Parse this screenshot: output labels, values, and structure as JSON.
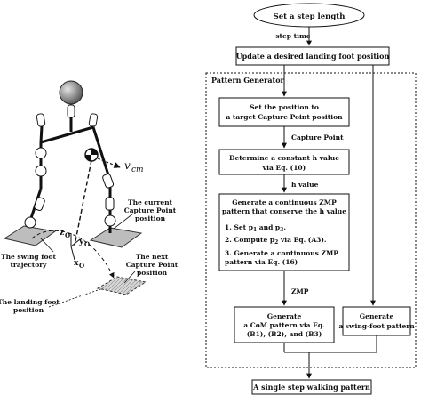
{
  "robot": {
    "velocity_label": "v",
    "velocity_subscript": "cm",
    "frame_axes": {
      "z": "z",
      "z_sub": "O",
      "y": "y",
      "y_sub": "O",
      "x": "x",
      "x_sub": "O"
    },
    "current_cp_label": [
      "The current",
      "Capture Point",
      "position"
    ],
    "next_cp_label": [
      "The next",
      "Capture Point",
      "position"
    ],
    "swing_traj_label": [
      "The swing foot",
      "trajectory"
    ],
    "landing_label": [
      "The landing foot",
      "position"
    ]
  },
  "flow": {
    "start": "Set a step length",
    "step_time": "step time",
    "update": "Update a desired landing foot position",
    "group_title": "Pattern Generator",
    "set_position": [
      "Set the position to",
      "a target Capture Point position"
    ],
    "capture_point_label": "Capture Point",
    "determine_h": [
      "Determine a constant h value",
      "via Eq. (10)"
    ],
    "h_value_label": "h value",
    "zmp_box": {
      "title": [
        "Generate a continuous ZMP",
        "pattern that conserve the h value"
      ],
      "step1": "1. Set p",
      "step1_s1": "1",
      "step1_mid": " and p",
      "step1_s2": "3",
      "step1_end": ".",
      "step2": "2. Compute p",
      "step2_s": "2",
      "step2_end": " via Eq. (A3).",
      "step3": [
        "3. Generate a continuous ZMP",
        "pattern via Eq. (16)"
      ]
    },
    "zmp_label": "ZMP",
    "com_box": [
      "Generate",
      "a CoM pattern via Eq.",
      "(B1), (B2), and (B3)"
    ],
    "swing_box": [
      "Generate",
      "a swing-foot pattern"
    ],
    "end": "A single step walking pattern"
  }
}
